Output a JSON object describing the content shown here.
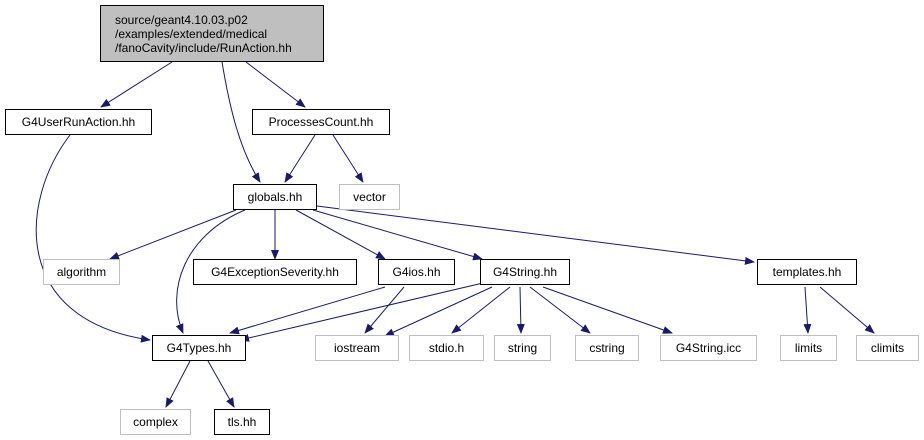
{
  "diagram": {
    "root": {
      "lines": [
        "source/geant4.10.03.p02",
        "/examples/extended/medical",
        "/fanoCavity/include/RunAction.hh"
      ]
    },
    "nodes": {
      "g4userrunaction": "G4UserRunAction.hh",
      "processescount": "ProcessesCount.hh",
      "globals": "globals.hh",
      "vector": "vector",
      "algorithm": "algorithm",
      "g4exceptionseverity": "G4ExceptionSeverity.hh",
      "g4ios": "G4ios.hh",
      "g4string": "G4String.hh",
      "templates": "templates.hh",
      "g4types": "G4Types.hh",
      "iostream": "iostream",
      "stdio": "stdio.h",
      "string": "string",
      "cstring": "cstring",
      "g4stringicc": "G4String.icc",
      "limits": "limits",
      "climits": "climits",
      "complex": "complex",
      "tls": "tls.hh"
    },
    "colors": {
      "edge": "#191970",
      "root_fill": "#bfbfbf",
      "doc_border": "#000000",
      "system_border": "#bfbfbf"
    }
  }
}
